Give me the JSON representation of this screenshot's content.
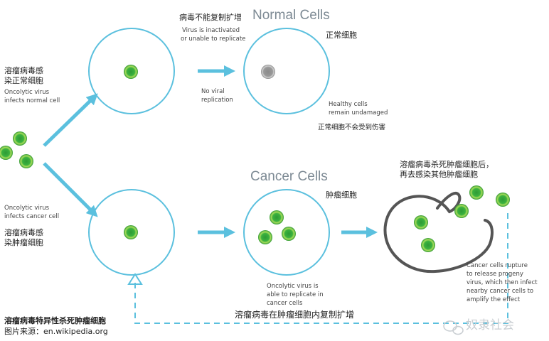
{
  "labels": {
    "normal_title": "Normal Cells",
    "cancer_title": "Cancer Cells",
    "virus_cannot_replicate_cn": "病毒不能复制扩增",
    "virus_inactivated_en_1": "Virus is inactivated",
    "virus_inactivated_en_2": "or unable to replicate",
    "normal_cell_cn": "正常细胞",
    "no_viral_replication_1": "No viral",
    "no_viral_replication_2": "replication",
    "healthy_cells_en_1": "Healthy cells",
    "healthy_cells_en_2": "remain undamaged",
    "healthy_cells_cn": "正常细胞不会受到伤害",
    "infects_normal_cn_1": "溶瘤病毒感",
    "infects_normal_cn_2": "染正常细胞",
    "infects_normal_en_1": "Oncolytic virus",
    "infects_normal_en_2": "infects normal cell",
    "infects_cancer_en_1": "Oncolytic virus",
    "infects_cancer_en_2": "infects cancer cell",
    "infects_cancer_cn_1": "溶瘤病毒感",
    "infects_cancer_cn_2": "染肿瘤细胞",
    "tumor_cell_cn": "肿瘤细胞",
    "kills_then_infects_cn_1": "溶瘤病毒杀死肿瘤细胞后，",
    "kills_then_infects_cn_2": "再去感染其他肿瘤细胞",
    "able_to_replicate_en_1": "Oncolytic virus is",
    "able_to_replicate_en_2": "able to replicate in",
    "able_to_replicate_en_3": "cancer cells",
    "replicates_in_tumor_cn": "溶瘤病毒在肿瘤细胞内复制扩增",
    "rupture_en_1": "Cancer cells rupture",
    "rupture_en_2": "to release progeny",
    "rupture_en_3": "virus, which then infect",
    "rupture_en_4": "nearby cancer cells to",
    "rupture_en_5": "amplify the effect",
    "specific_kill_cn": "溶瘤病毒特异性杀死肿瘤细胞",
    "source": "图片来源：en.wikipedia.org",
    "watermark": "奴隶社会"
  },
  "colors": {
    "cell_outline": "#5bc0de",
    "arrow": "#5bc0de",
    "virus_fill": "#2fa336",
    "virus_ring": "#8fd14f",
    "inactive_virus": "#8a8a8a",
    "ruptured_cell": "#555555",
    "title_text": "#7d8a94"
  },
  "icons": [
    "wechat-watermark-icon"
  ]
}
